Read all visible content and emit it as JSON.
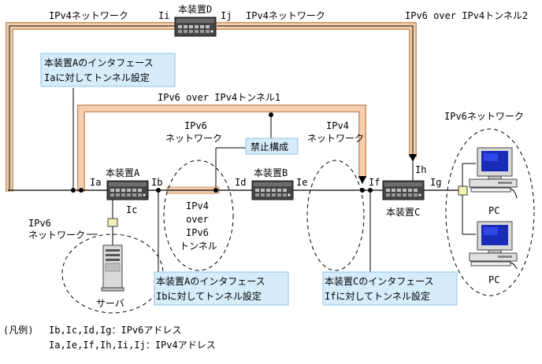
{
  "labels": {
    "ipv4_net_left": "IPv4ネットワーク",
    "ipv4_net_right": "IPv4ネットワーク",
    "tunnel2": "IPv6 over IPv4トンネル2",
    "tunnel1": "IPv6 over IPv4トンネル1",
    "ipv6_net_mid_1": "IPv6",
    "ipv6_net_mid_2": "ネットワーク",
    "ipv4_net_mid_1": "IPv4",
    "ipv4_net_mid_2": "ネットワーク",
    "ipv6_net_right": "IPv6ネットワーク",
    "ipv6_net_left_1": "IPv6",
    "ipv6_net_left_2": "ネットワーク",
    "inner_tunnel_1": "IPv4",
    "inner_tunnel_2": "over",
    "inner_tunnel_3": "IPv6",
    "inner_tunnel_4": "トンネル",
    "forbidden": "禁止構成",
    "server": "サーバ",
    "pc1": "PC",
    "pc2": "PC"
  },
  "devices": {
    "A": "本装置A",
    "B": "本装置B",
    "C": "本装置C",
    "D": "本装置D"
  },
  "interfaces": {
    "Ia": "Ia",
    "Ib": "Ib",
    "Ic": "Ic",
    "Id": "Id",
    "Ie": "Ie",
    "If": "If",
    "Ig": "Ig",
    "Ih": "Ih",
    "Ii": "Ii",
    "Ij": "Ij"
  },
  "notes": {
    "ia_1": "本装置Aのインタフェース",
    "ia_2": "Iaに対してトンネル設定",
    "ib_1": "本装置Aのインタフェース",
    "ib_2": "Ibに対してトンネル設定",
    "if_1": "本装置Cのインタフェース",
    "if_2": "Ifに対してトンネル設定"
  },
  "legend": {
    "title": "(凡例)",
    "line1": "Ib,Ic,Id,Ig：IPv6アドレス",
    "line2": "Ia,Ie,If,Ih,Ii,Ij：IPv4アドレス"
  },
  "colors": {
    "tunnel_fill": "#f5cfae",
    "tunnel_stroke": "#c8946a",
    "note_bg": "#d6ecfb",
    "device_body": "#3a3a3a"
  }
}
